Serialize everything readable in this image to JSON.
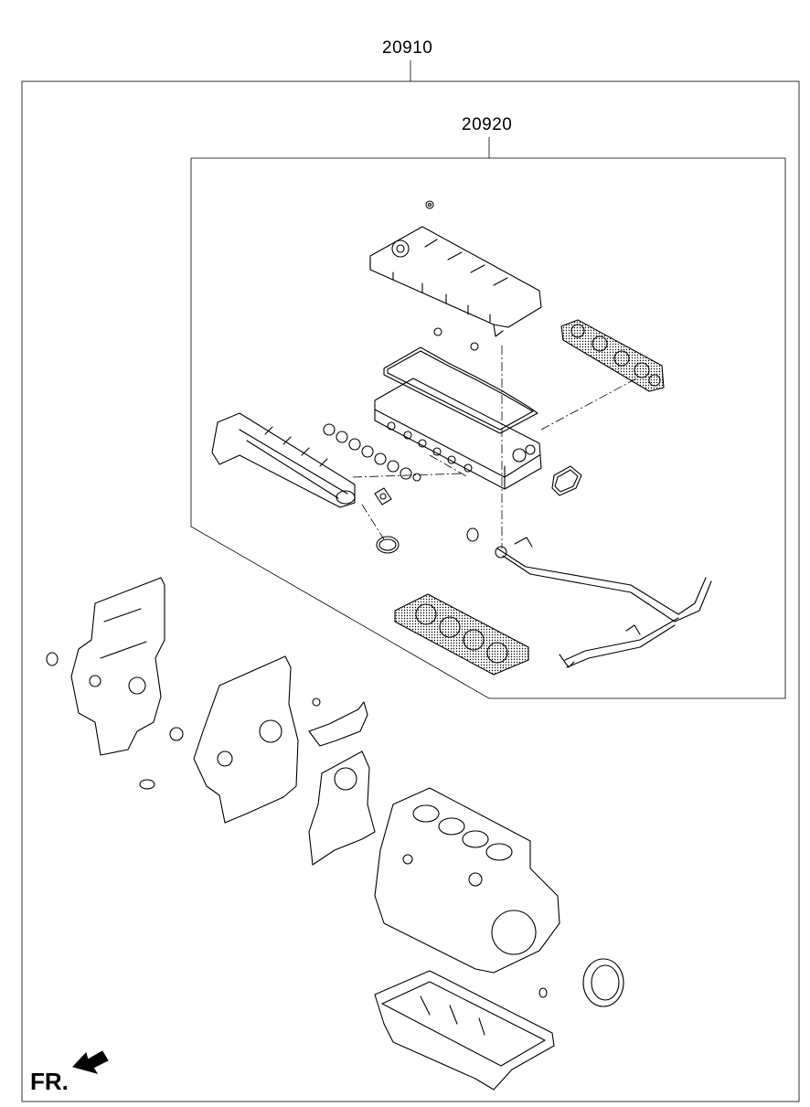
{
  "labels": {
    "outer_kit": "20910",
    "inner_kit": "20920",
    "front_marker": "FR."
  }
}
